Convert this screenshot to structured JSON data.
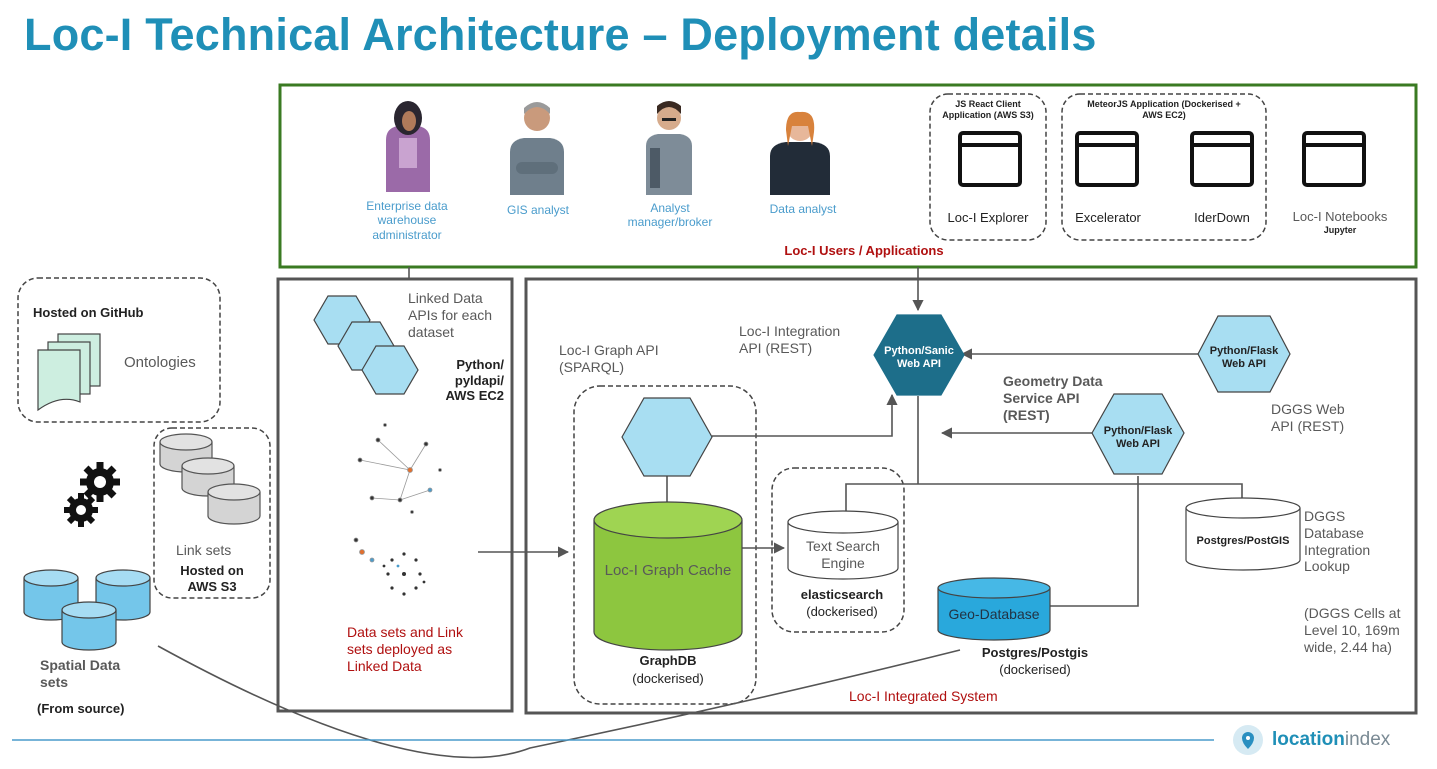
{
  "title": "Loc-I Technical Architecture – Deployment details",
  "users_panel": {
    "caption": "Loc-I Users / Applications",
    "personas": [
      {
        "label": "Enterprise data warehouse administrator"
      },
      {
        "label": "GIS analyst"
      },
      {
        "label": "Analyst manager/broker"
      },
      {
        "label": "Data analyst"
      }
    ],
    "react_client": {
      "header": "JS React Client Application (AWS S3)",
      "app": "Loc-I Explorer"
    },
    "meteor_app": {
      "header": "MeteorJS Application (Dockerised + AWS EC2)",
      "apps": [
        "Excelerator",
        "IderDown"
      ]
    },
    "notebooks": {
      "label": "Loc-I Notebooks",
      "sub": "Jupyter"
    }
  },
  "github": {
    "header": "Hosted on GitHub",
    "label": "Ontologies"
  },
  "link_sets": {
    "label": "Link sets",
    "host": "Hosted on AWS S3"
  },
  "spatial": {
    "label": "Spatial Data sets",
    "source": "(From source)"
  },
  "linked_data": {
    "apis_label": "Linked Data APIs for each dataset",
    "tech": "Python/ pyldapi/ AWS EC2",
    "caption": "Data sets and Link sets deployed as Linked Data"
  },
  "integrated": {
    "caption": "Loc-I Integrated System",
    "graph_api": "Loc-I Graph API (SPARQL)",
    "integration_api": "Loc-I Integration API (REST)",
    "sanic": "Python/Sanic Web API",
    "flask_dggs": "Python/Flask Web API",
    "flask_geom": "Python/Flask Web API",
    "geometry_api": "Geometry Data Service API (REST)",
    "dggs_api": "DGGS Web API (REST)",
    "graph_cache": "Loc-I Graph Cache",
    "graphdb": "GraphDB",
    "graphdb_note": "(dockerised)",
    "text_search": "Text Search Engine",
    "elastic": "elasticsearch",
    "elastic_note": "(dockerised)",
    "geo_db": "Geo-Database",
    "postgres": "Postgres/Postgis",
    "postgres_note": "(dockerised)",
    "postgis": "Postgres/PostGIS",
    "dggs_lookup": "DGGS Database Integration Lookup",
    "dggs_cells": "(DGGS Cells at Level 10, 169m wide, 2.44 ha)"
  },
  "logo": {
    "text_a": "location",
    "text_b": "index"
  },
  "colors": {
    "title": "#1f8fb7",
    "hex_light": "#a8def2",
    "hex_dark": "#1d6e8a",
    "green_db": "#8dc63f",
    "geo_db": "#29a8dc",
    "users_border": "#3a7a22",
    "caption_red": "#b01010"
  }
}
